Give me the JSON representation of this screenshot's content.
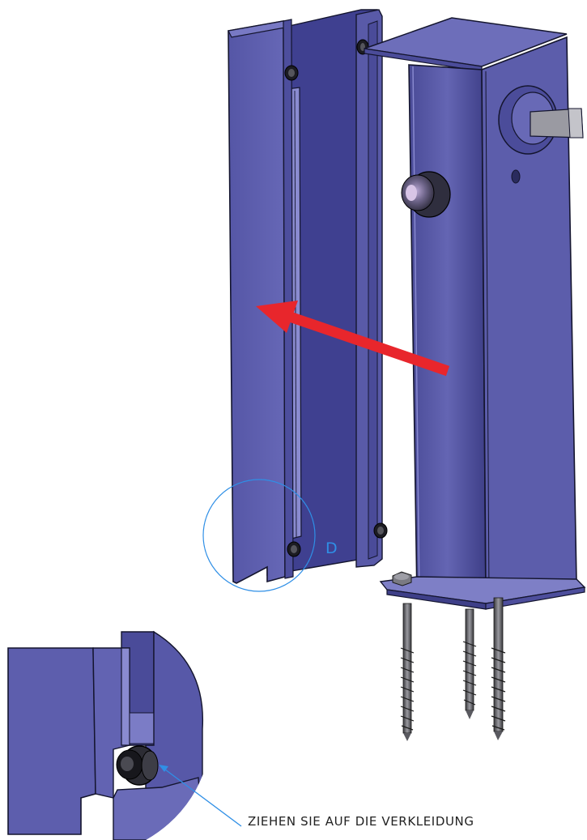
{
  "detail_marker": {
    "letter": "D"
  },
  "caption": {
    "text": "ZIEHEN SIE AUF DIE VERKLEIDUNG"
  },
  "colors": {
    "body_fill": "#5e5fad",
    "body_dark": "#3c3d86",
    "body_light": "#7677c2",
    "outline": "#14152e",
    "arrow_red": "#e8262c",
    "callout_blue": "#2f8fe6",
    "screw_gray": "#6d6d73"
  },
  "icons": {
    "arrow": "red-slide-direction-arrow",
    "detail_circle": "detail-view-circle",
    "leader": "callout-leader-arrow"
  }
}
